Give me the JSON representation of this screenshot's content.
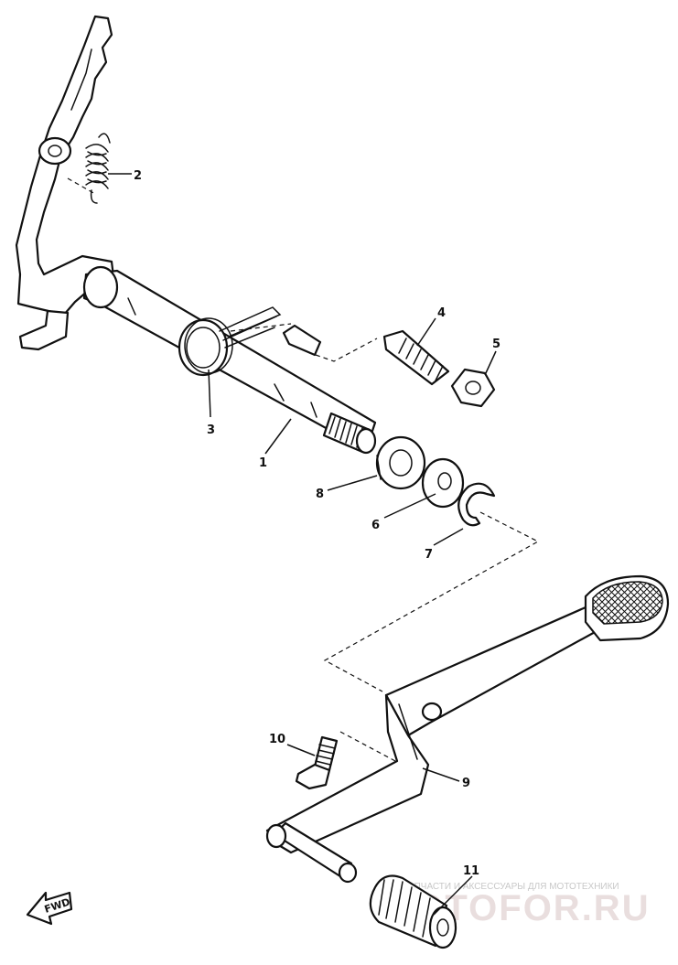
{
  "diagram": {
    "callouts": [
      {
        "id": "c1",
        "text": "1"
      },
      {
        "id": "c2",
        "text": "2"
      },
      {
        "id": "c3",
        "text": "3"
      },
      {
        "id": "c4",
        "text": "4"
      },
      {
        "id": "c5",
        "text": "5"
      },
      {
        "id": "c6",
        "text": "6"
      },
      {
        "id": "c7",
        "text": "7"
      },
      {
        "id": "c8",
        "text": "8"
      },
      {
        "id": "c9",
        "text": "9"
      },
      {
        "id": "c10",
        "text": "10"
      },
      {
        "id": "c11",
        "text": "11"
      }
    ],
    "fwd_label": "FWD"
  },
  "watermark": {
    "tagline": "ЗАПЧАСТИ И АКСЕССУАРЫ ДЛЯ МОТОТЕХНИКИ",
    "brand": "MOTOFOR.RU"
  }
}
